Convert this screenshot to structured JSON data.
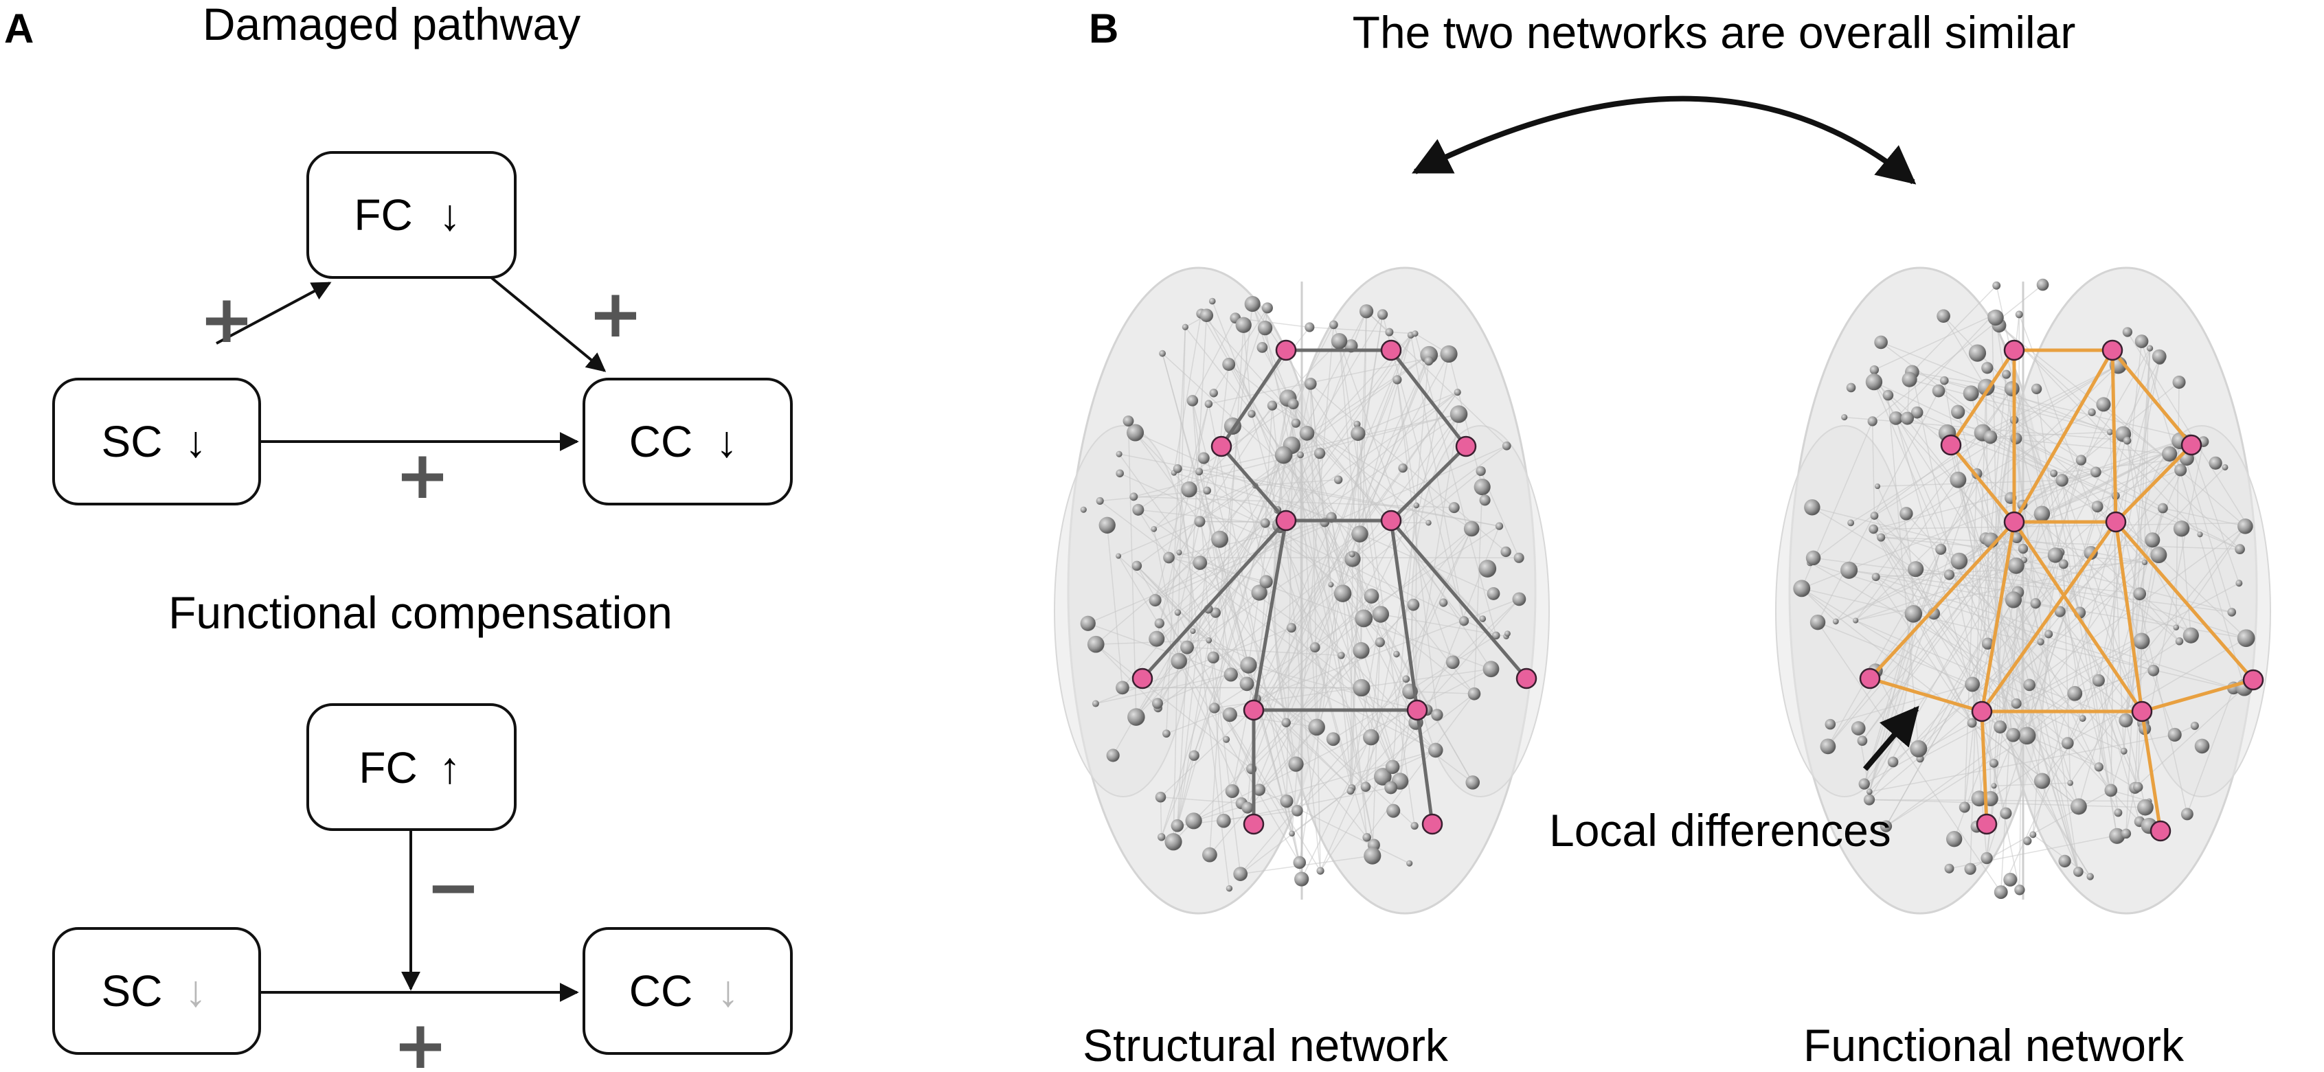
{
  "panel_a": {
    "letter": "A",
    "top": {
      "title": "Damaged pathway",
      "fc": {
        "label": "FC",
        "arrow": "↓"
      },
      "sc": {
        "label": "SC",
        "arrow": "↓"
      },
      "cc": {
        "label": "CC",
        "arrow": "↓"
      },
      "sign_sc_fc": "+",
      "sign_fc_cc": "+",
      "sign_sc_cc": "+"
    },
    "bottom": {
      "title": "Functional compensation",
      "fc": {
        "label": "FC",
        "arrow": "↑"
      },
      "sc": {
        "label": "SC",
        "arrow": "↓"
      },
      "cc": {
        "label": "CC",
        "arrow": "↓"
      },
      "sign_fc": "−",
      "sign_sc_cc": "+"
    }
  },
  "panel_b": {
    "letter": "B",
    "title": "The two networks are overall similar",
    "annotation": "Local differences",
    "structural": {
      "caption": "Structural network",
      "edge_color": "#6b6b6b"
    },
    "functional": {
      "caption": "Functional network",
      "edge_color": "#e8a040"
    },
    "node_color": "#e8609c",
    "brain_color": "#e6e6e6"
  }
}
